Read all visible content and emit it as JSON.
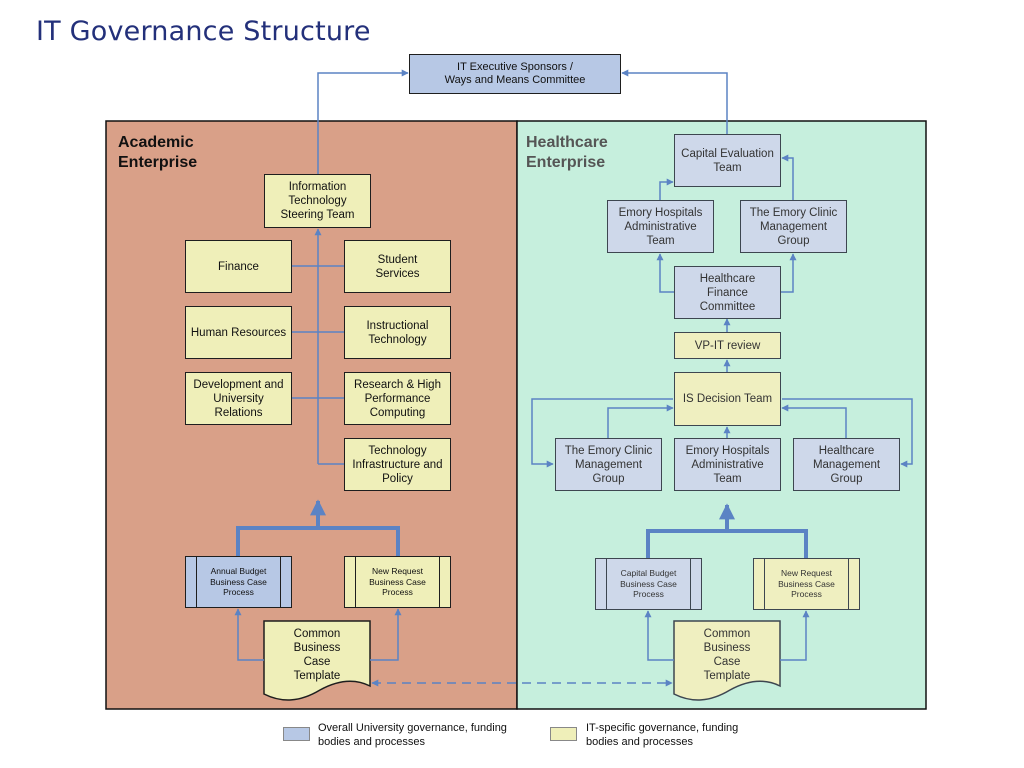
{
  "title": "IT Governance Structure",
  "top": {
    "sponsors": "IT Executive Sponsors /\nWays and Means Committee"
  },
  "academic": {
    "heading": "Academic\nEnterprise",
    "steering": "Information\nTechnology\nSteering Team",
    "finance": "Finance",
    "student_services": "Student\nServices",
    "human_resources": "Human Resources",
    "instructional_technology": "Instructional\nTechnology",
    "development": "Development and\nUniversity\nRelations",
    "research": "Research & High\nPerformance\nComputing",
    "tech_infra": "Technology\nInfrastructure and\nPolicy",
    "annual_budget": "Annual Budget\nBusiness Case\nProcess",
    "new_request": "New  Request\nBusiness Case\nProcess",
    "template": "Common\nBusiness\nCase\nTemplate"
  },
  "healthcare": {
    "heading": "Healthcare\nEnterprise",
    "capital_eval": "Capital Evaluation\nTeam",
    "ehat_top": "Emory Hospitals\nAdministrative\nTeam",
    "tecmg_top": "The Emory Clinic\nManagement\nGroup",
    "finance_committee": "Healthcare\nFinance\nCommittee",
    "vp_it": "VP-IT review",
    "is_decision": "IS Decision Team",
    "tecmg_bottom": "The Emory Clinic\nManagement\nGroup",
    "ehat_bottom": "Emory Hospitals\nAdministrative\nTeam",
    "hmg": "Healthcare\nManagement\nGroup",
    "capital_budget": "Capital Budget\nBusiness Case\nProcess",
    "new_request": "New  Request\nBusiness Case\nProcess",
    "template": "Common\nBusiness\nCase\nTemplate"
  },
  "legend": {
    "blue_label": "Overall University governance, funding\nbodies and processes",
    "yellow_label": "IT-specific governance, funding\nbodies and processes"
  },
  "colors": {
    "academic_panel": "#d9a088",
    "healthcare_panel": "#c6efdd",
    "university_box": "#b7c8e5",
    "it_box": "#efefb9",
    "connector": "#5b83c4",
    "title_color": "#23307a"
  }
}
